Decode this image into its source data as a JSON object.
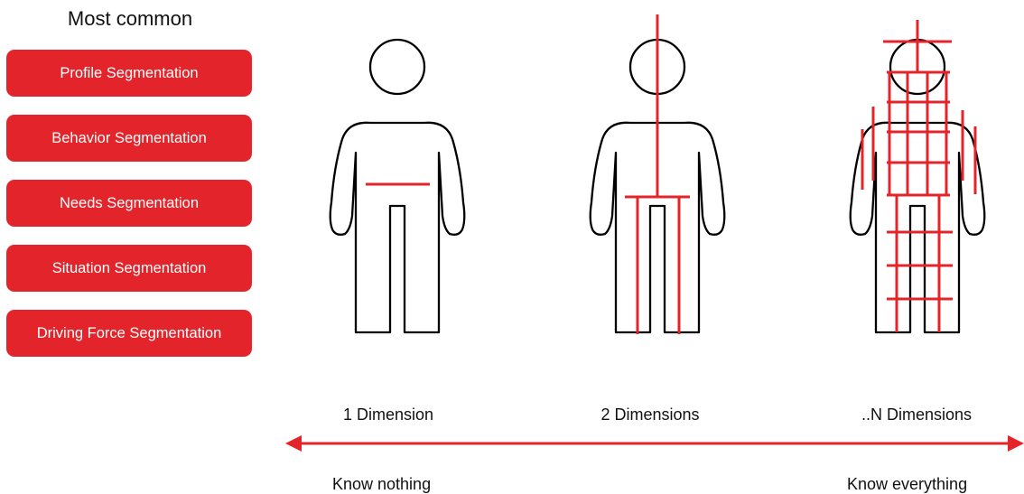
{
  "sidebar": {
    "title": "Most common",
    "items": [
      {
        "label": "Profile Segmentation"
      },
      {
        "label": "Behavior Segmentation"
      },
      {
        "label": "Needs Segmentation"
      },
      {
        "label": "Situation Segmentation"
      },
      {
        "label": "Driving Force Segmentation"
      }
    ]
  },
  "figures": [
    {
      "label": "1 Dimension"
    },
    {
      "label": "2 Dimensions"
    },
    {
      "label": "..N Dimensions"
    }
  ],
  "axis": {
    "left_label": "Know nothing",
    "right_label": "Know everything"
  },
  "colors": {
    "accent": "#e3242b",
    "outline": "#000000"
  }
}
